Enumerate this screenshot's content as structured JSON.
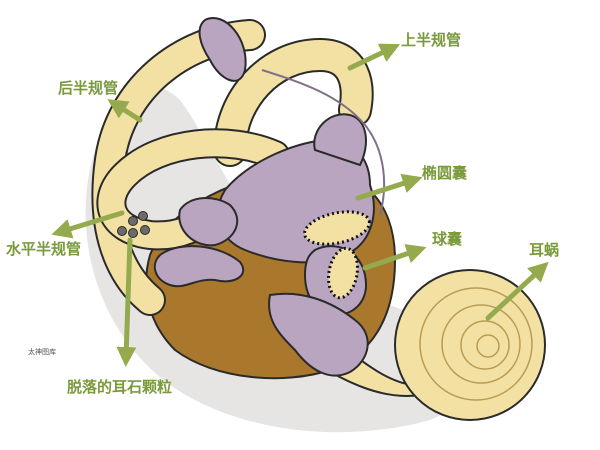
{
  "labels": {
    "superior_canal": "上半规管",
    "posterior_canal": "后半规管",
    "utricle": "椭圆囊",
    "horizontal_canal": "水平半规管",
    "saccule": "球囊",
    "cochlea": "耳蜗",
    "otoliths": "脱落的耳石颗粒"
  },
  "watermark": "太神图库",
  "colors": {
    "label_text": "#7a9a3c",
    "arrow": "#94aa4c",
    "bone": "#f3e1a4",
    "bone_outline": "#2a2a2a",
    "membrane": "#b9a5c0",
    "cavity": "#a9782c",
    "shadow": "#e7e5e4",
    "macula": "#f3e1a4",
    "otolith": "#6d6a6a"
  }
}
